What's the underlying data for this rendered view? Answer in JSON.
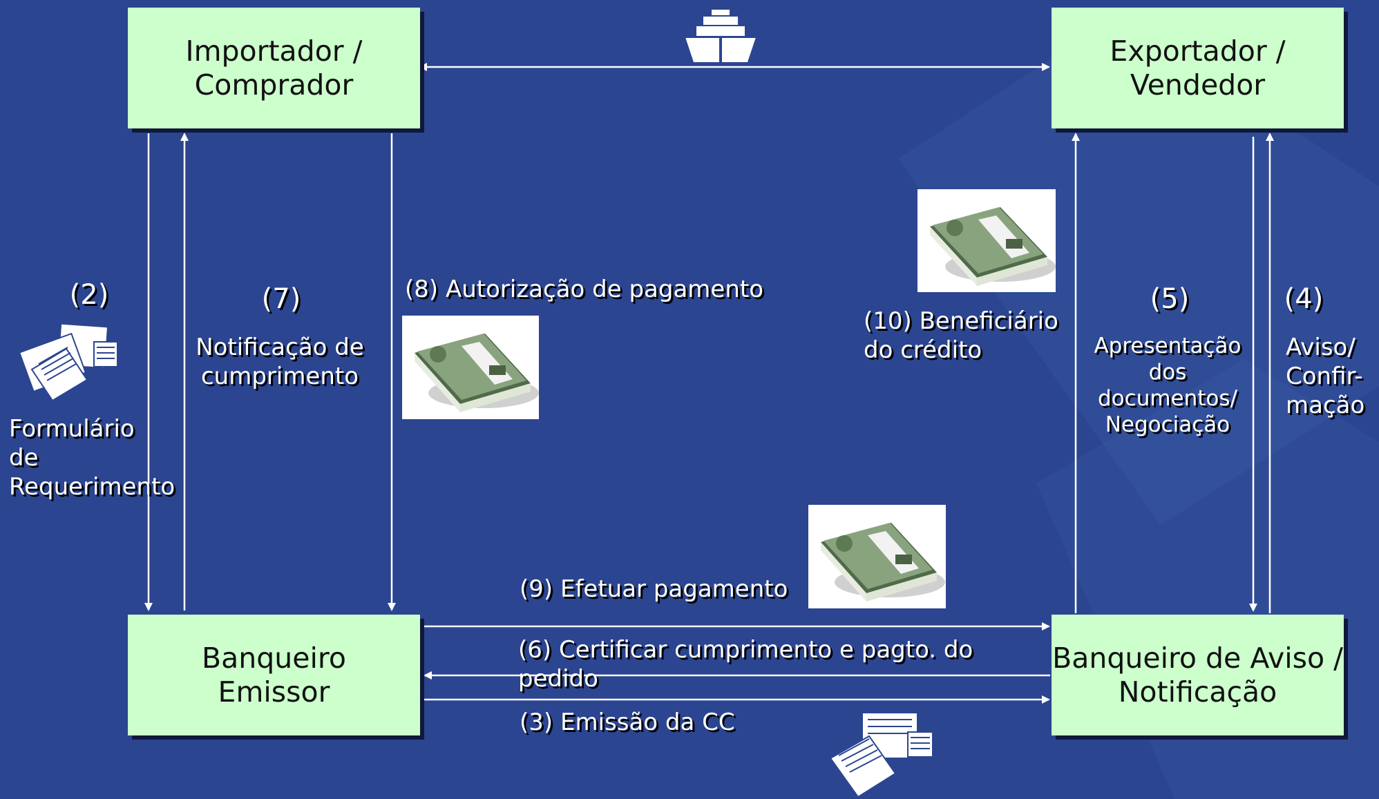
{
  "boxes": {
    "importer": "Importador /\nComprador",
    "exporter": "Exportador /\nVendedor",
    "issuing_bank": "Banqueiro\nEmissor",
    "advising_bank": "Banqueiro de Aviso /\nNotificação"
  },
  "labels": {
    "step2_num": "(2)",
    "step2_text": "Formulário\n de\nRequerimento",
    "step7_num": "(7)",
    "step7_text": "Notificação de\ncumprimento",
    "step8": "(8) Autorização de pagamento",
    "step10": "(10) Beneficiário\ndo crédito",
    "step5_num": "(5)",
    "step5_text": "Apresentação\ndos\ndocumentos/\nNegociação",
    "step4_num": "(4)",
    "step4_text": "Aviso/\nConfir-\nmação",
    "step9": "(9) Efetuar pagamento",
    "step6": "(6) Certificar cumprimento e pagto. do pedido",
    "step3": "(3) Emissão da CC"
  },
  "icons": {
    "ship": "ship-icon",
    "documents": "documents-icon",
    "money": "money-stack-icon"
  },
  "colors": {
    "background": "#2c4590",
    "box_fill": "#ccffcc",
    "arrow": "#ffffff",
    "label": "#ffffff"
  }
}
